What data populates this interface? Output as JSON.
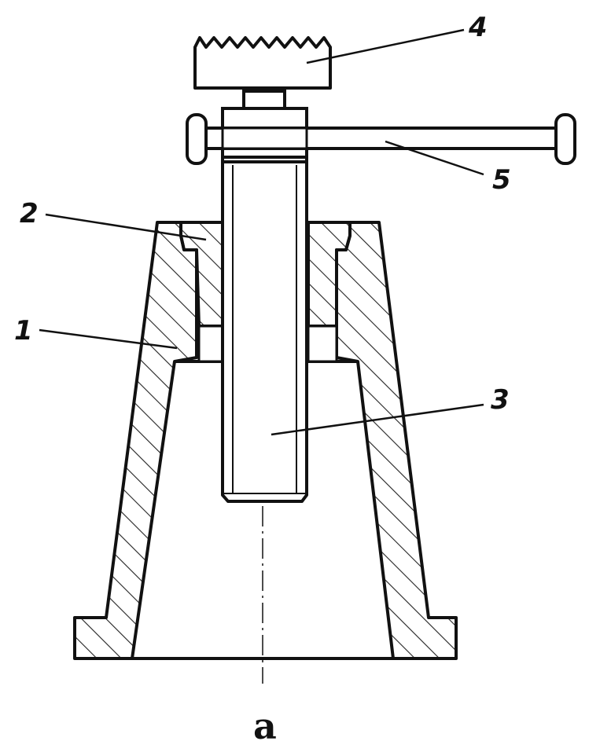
{
  "figure": {
    "caption": "a",
    "callouts": [
      {
        "id": "1",
        "text": "1"
      },
      {
        "id": "2",
        "text": "2"
      },
      {
        "id": "3",
        "text": "3"
      },
      {
        "id": "4",
        "text": "4"
      },
      {
        "id": "5",
        "text": "5"
      }
    ]
  },
  "colors": {
    "ink": "#111111",
    "background": "#ffffff"
  }
}
